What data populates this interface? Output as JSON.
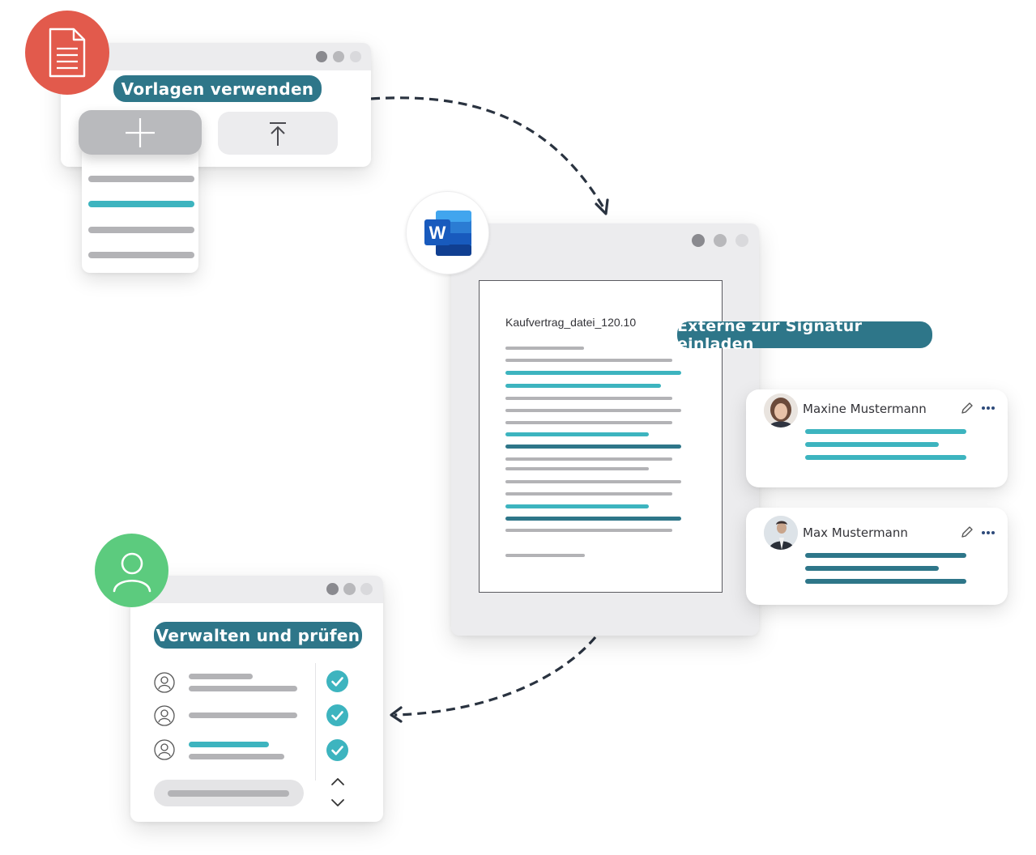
{
  "templates_window": {
    "title": "Vorlagen verwenden",
    "add_icon": "plus-icon",
    "upload_icon": "upload-icon",
    "badge_icon": "document-icon",
    "badge_color": "#e25a4c"
  },
  "document_window": {
    "badge_icon": "word-icon",
    "badge_letter": "W",
    "filename": "Kaufvertrag_datei_120.10"
  },
  "invite": {
    "title": "Externe zur Signatur einladen",
    "signers": [
      {
        "name": "Maxine Mustermann",
        "edit_icon": "pencil-icon",
        "more_icon": "more-icon"
      },
      {
        "name": "Max Mustermann",
        "edit_icon": "pencil-icon",
        "more_icon": "more-icon"
      }
    ]
  },
  "manage_window": {
    "title": "Verwalten und prüfen",
    "badge_icon": "user-icon",
    "badge_color": "#5ccb7e",
    "rows_icon": "user-outline-icon",
    "check_icon": "check-circle-icon",
    "scroll_up_icon": "chevron-up-icon",
    "scroll_down_icon": "chevron-down-icon"
  },
  "colors": {
    "navy": "#2e7689",
    "teal": "#3db4bf",
    "gray_line": "#b3b3b6"
  }
}
